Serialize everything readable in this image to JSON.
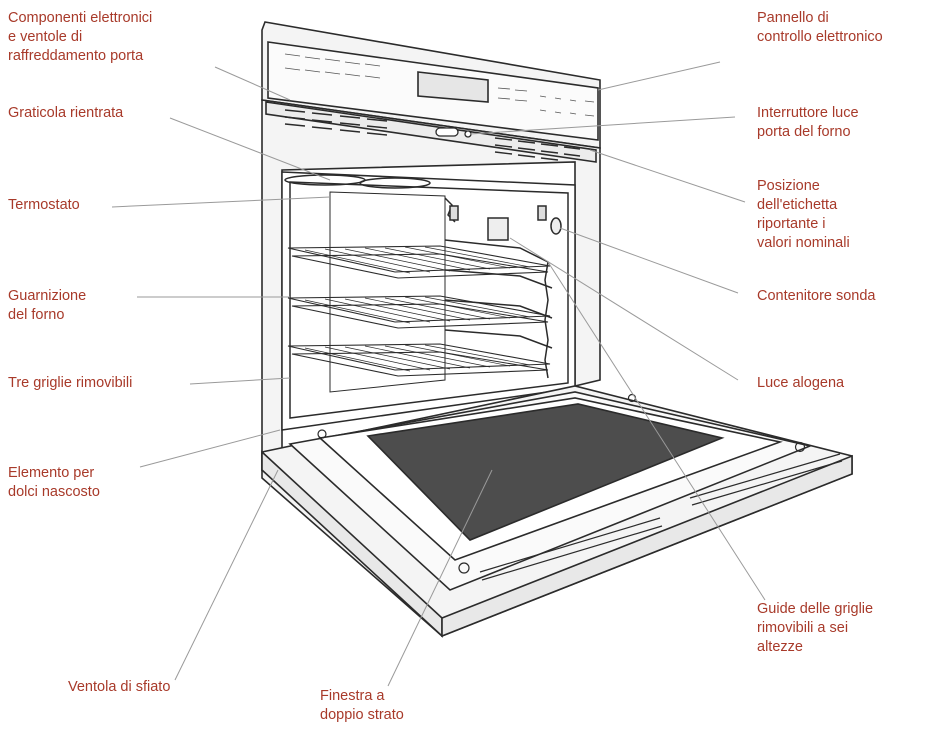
{
  "colors": {
    "label_text": "#a83a2a",
    "leader_line": "#9a9a9a",
    "oven_stroke": "#2b2b2b",
    "oven_fill": "#f4f4f4",
    "window_fill": "#4d4d4d"
  },
  "labels": {
    "electronics": "Componenti elettronici\ne ventole di\nraffreddamento porta",
    "recessed_broiler": "Graticola rientrata",
    "thermostat": "Termostato",
    "gasket": "Guarnizione\ndel forno",
    "three_racks": "Tre griglie rimovibili",
    "bake_element": "Elemento per\ndolci nascosto",
    "vent_fan": "Ventola di sfiato",
    "double_window": "Finestra a\ndoppio strato",
    "control_panel": "Pannello di\ncontrollo elettronico",
    "light_switch": "Interruttore luce\nporta del forno",
    "rating_label": "Posizione\ndell'etichetta\nriportante i\nvalori nominali",
    "probe_holder": "Contenitore sonda",
    "halogen_light": "Luce alogena",
    "rack_guides": "Guide delle griglie\nrimovibili a sei\naltezze"
  }
}
